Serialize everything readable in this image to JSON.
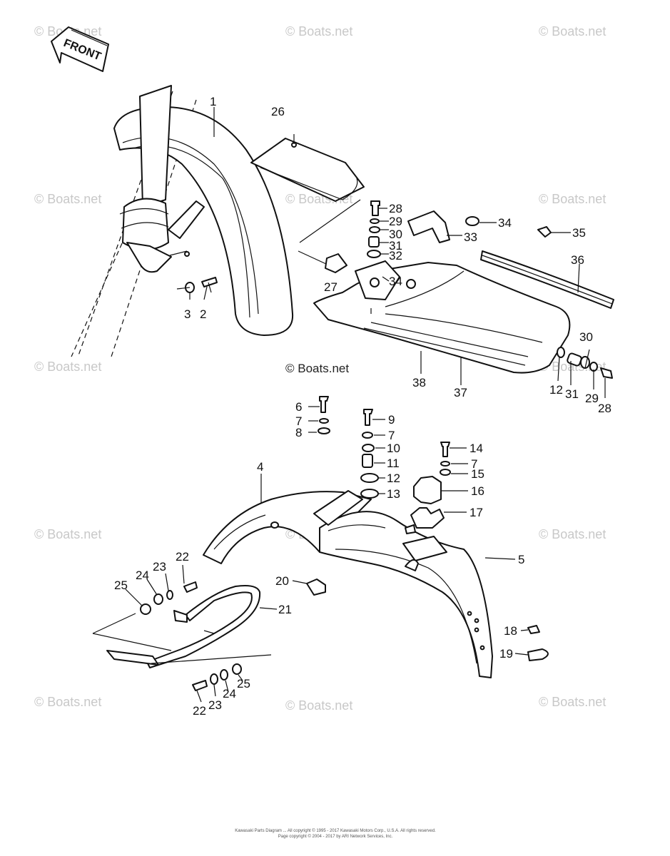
{
  "front_arrow": {
    "label": "FRONT"
  },
  "watermarks": [
    "© Boats.net",
    "© Boats.net",
    "© Boats.net",
    "© Boats.net",
    "© Boats.net",
    "© Boats.net",
    "© Boats.net",
    "© Boats.net",
    "© Boats.net",
    "© Boats.net",
    "© Boats.net",
    "© Boats.net",
    "© Boats.net",
    "© Boats.net"
  ],
  "center_watermark": "© Boats.net",
  "callouts": [
    "1",
    "2",
    "3",
    "26",
    "27",
    "28",
    "29",
    "30",
    "31",
    "32",
    "33",
    "34",
    "34",
    "35",
    "36",
    "37",
    "38",
    "30",
    "12",
    "31",
    "29",
    "28",
    "6",
    "7",
    "8",
    "9",
    "7",
    "10",
    "11",
    "12",
    "13",
    "14",
    "7",
    "15",
    "16",
    "17",
    "4",
    "5",
    "20",
    "21",
    "22",
    "23",
    "24",
    "25",
    "22",
    "23",
    "24",
    "25",
    "18",
    "19"
  ],
  "copyright": [
    "Kawasaki Parts Diagram ... All copyright © 1995 - 2017  Kawasaki Motors Corp., U.S.A.   All rights reserved.",
    "Page copyright © 2004 - 2017 by ARI Network Services, Inc."
  ]
}
